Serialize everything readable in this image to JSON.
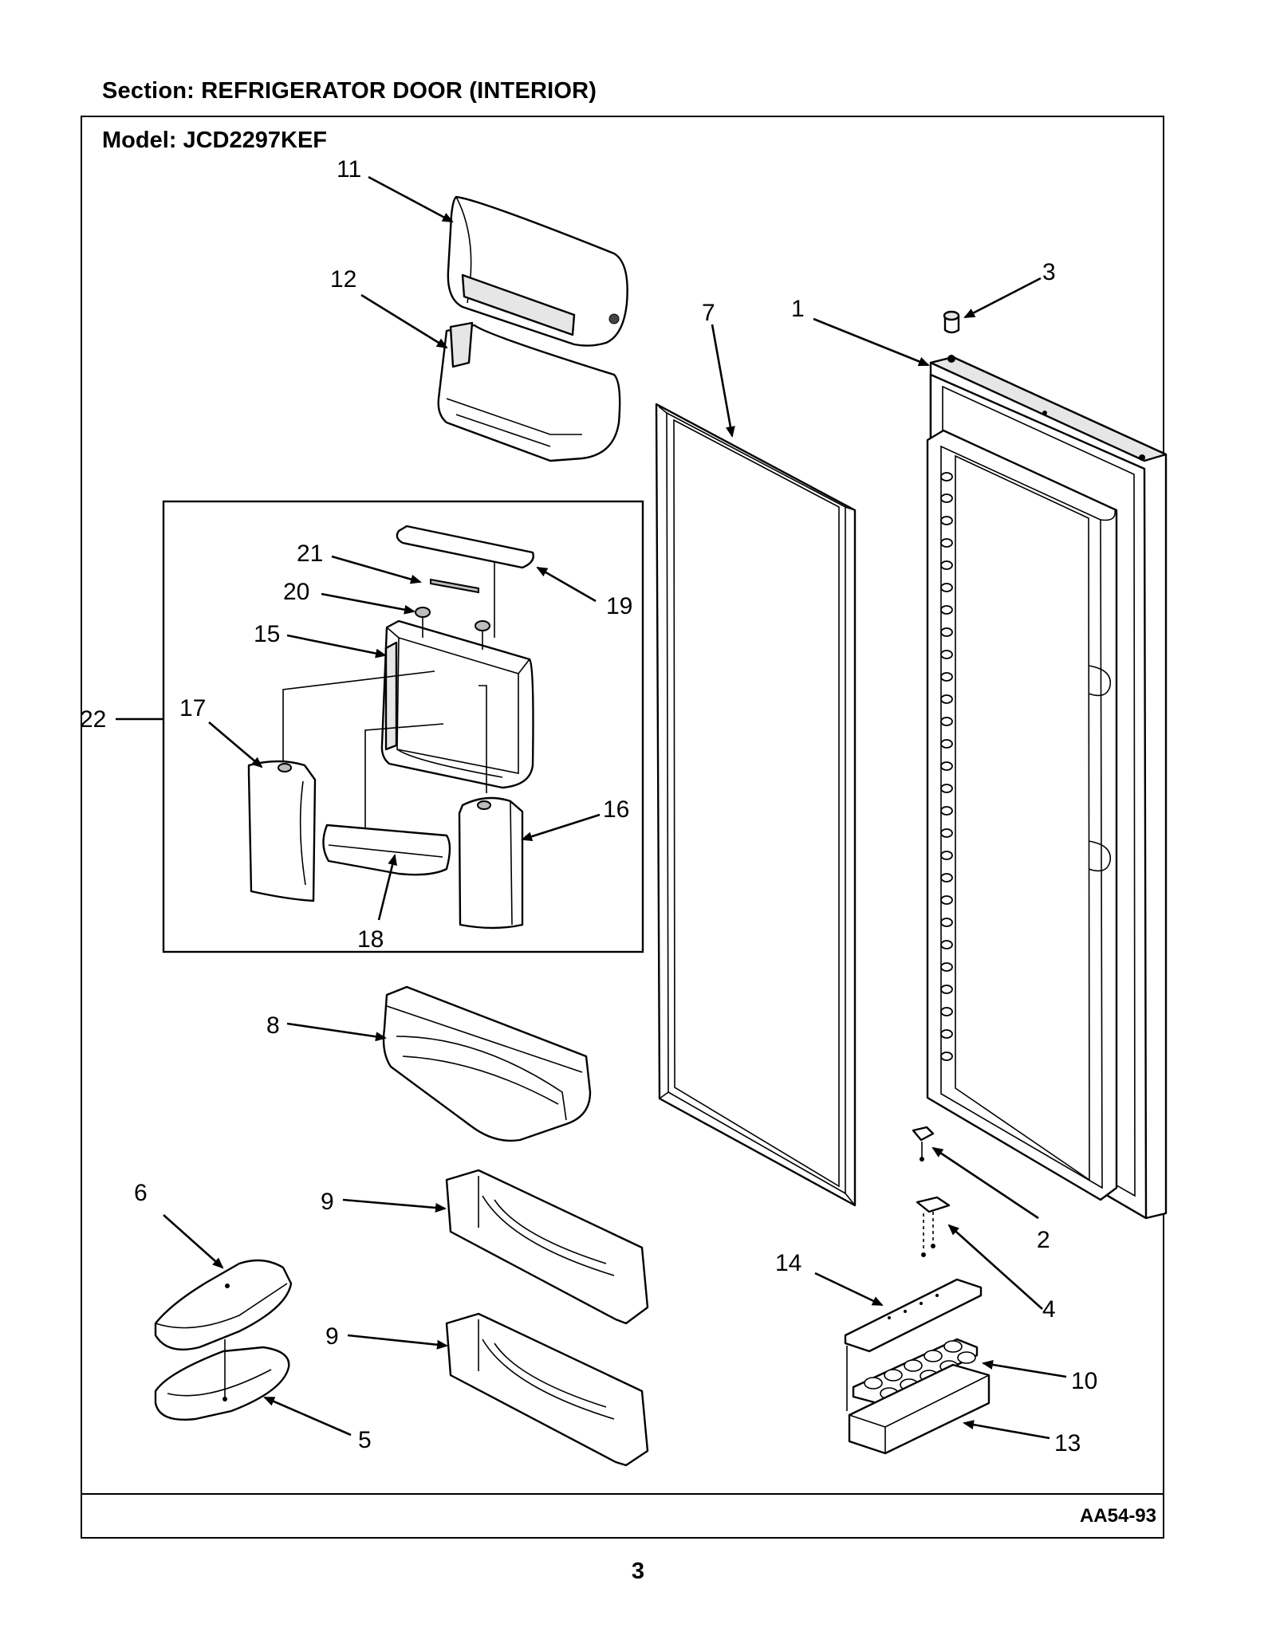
{
  "header": {
    "section_title": "Section:  REFRIGERATOR DOOR (INTERIOR)",
    "model": "Model:  JCD2297KEF"
  },
  "footer": {
    "diagram_code": "AA54-93",
    "page_number": "3"
  },
  "callouts": [
    "1",
    "2",
    "3",
    "4",
    "5",
    "6",
    "7",
    "8",
    "9",
    "9",
    "10",
    "11",
    "12",
    "13",
    "14",
    "15",
    "16",
    "17",
    "18",
    "19",
    "20",
    "21",
    "22"
  ]
}
